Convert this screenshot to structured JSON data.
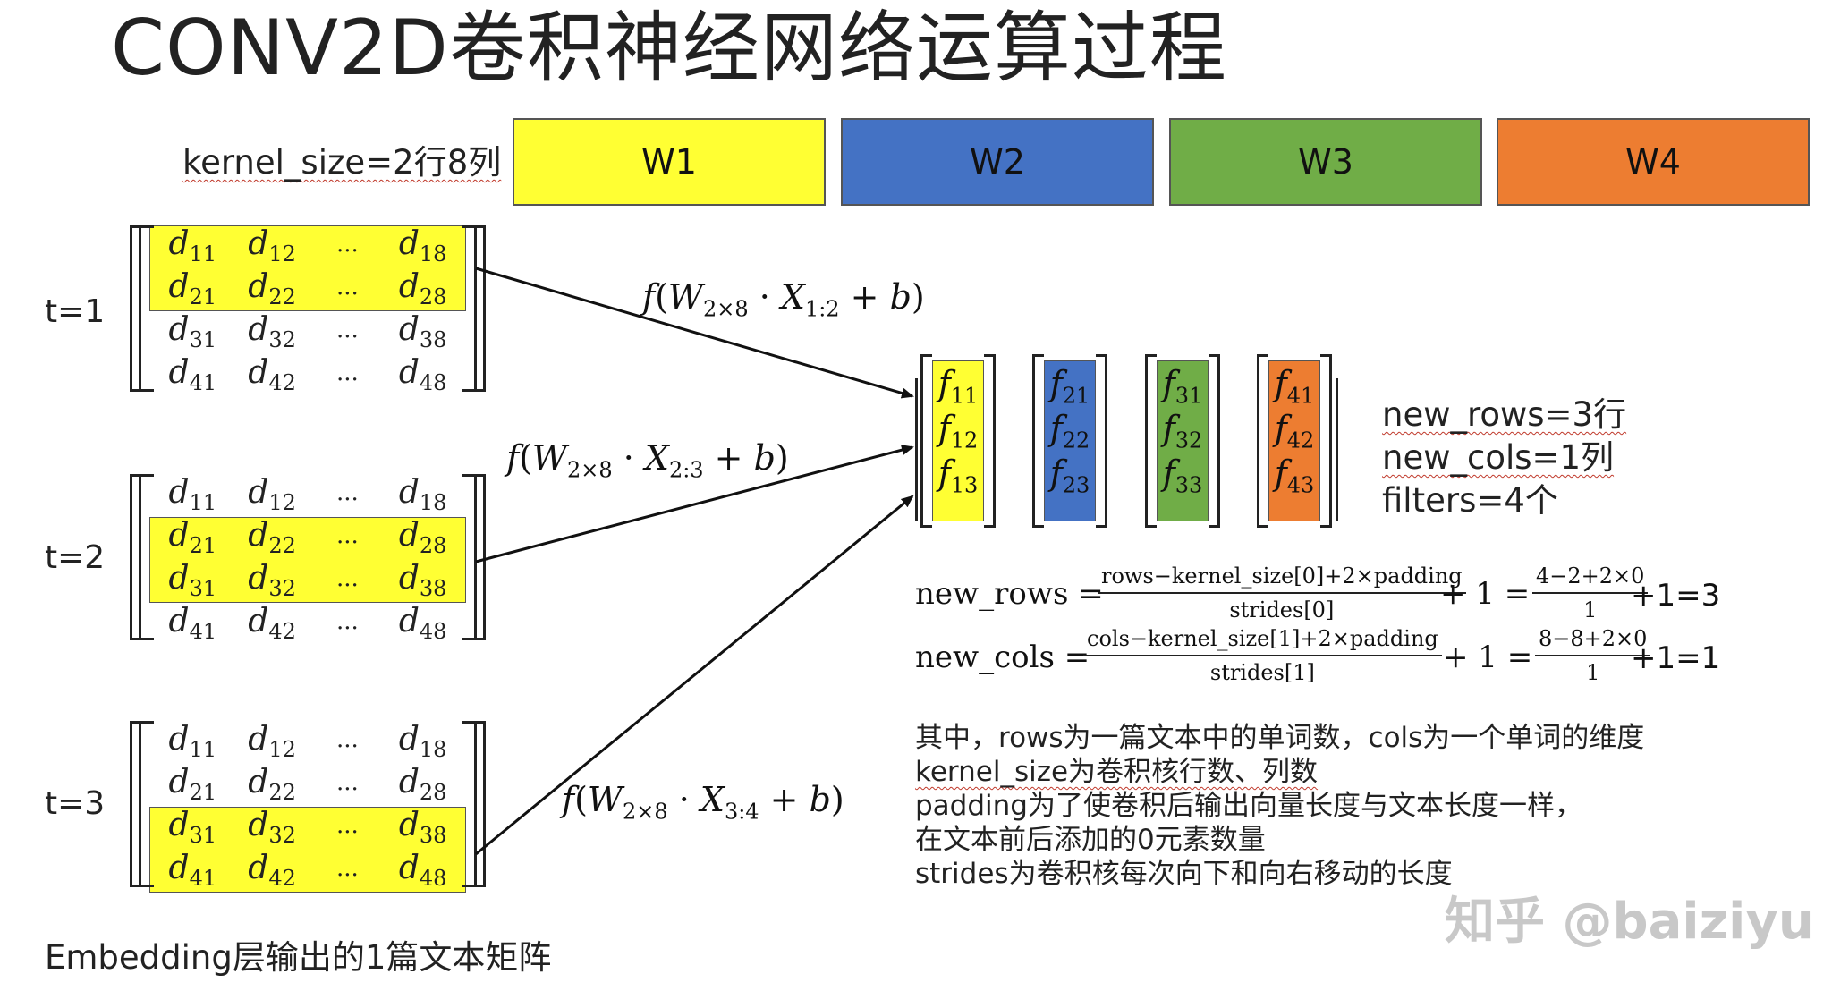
{
  "title": "CONV2D卷积神经网络运算过程",
  "kernel_label": "kernel_size=2行8列",
  "weights": [
    {
      "label": "W1",
      "color": "#ffff33"
    },
    {
      "label": "W2",
      "color": "#4472c4"
    },
    {
      "label": "W3",
      "color": "#70ad47"
    },
    {
      "label": "W4",
      "color": "#ed7d31"
    }
  ],
  "time_labels": [
    "t=1",
    "t=2",
    "t=3"
  ],
  "matrix": {
    "d": "d",
    "dots": "...",
    "rows": [
      [
        "11",
        "12",
        "18"
      ],
      [
        "21",
        "22",
        "28"
      ],
      [
        "31",
        "32",
        "38"
      ],
      [
        "41",
        "42",
        "48"
      ]
    ],
    "highlight_rows": [
      [
        1,
        2
      ],
      [
        2,
        3
      ],
      [
        3,
        4
      ]
    ]
  },
  "functions": [
    {
      "x_sub": "1:2"
    },
    {
      "x_sub": "2:3"
    },
    {
      "x_sub": "3:4"
    }
  ],
  "function_parts": {
    "f": "f",
    "W": "W",
    "W_sub": "2×8",
    "dot": "·",
    "X": "X",
    "b": "b"
  },
  "outputs": [
    {
      "cells": [
        "11",
        "12",
        "13"
      ],
      "color": "#ffff33"
    },
    {
      "cells": [
        "21",
        "22",
        "23"
      ],
      "color": "#4472c4"
    },
    {
      "cells": [
        "31",
        "32",
        "33"
      ],
      "color": "#70ad47"
    },
    {
      "cells": [
        "41",
        "42",
        "43"
      ],
      "color": "#ed7d31"
    }
  ],
  "output_letter": "f",
  "info": {
    "new_rows": "new_rows=3行",
    "new_cols": "new_cols=1列",
    "filters": "filters=4个"
  },
  "formulas": {
    "rows_lhs": "new_rows =",
    "rows_num": "rows−kernel_size[0]+2×padding",
    "rows_den": "strides[0]",
    "rows_plus": "+ 1 =",
    "rows_num2": "4−2+2×0",
    "rows_den2": "1",
    "rows_result": "+1=3",
    "cols_lhs": "new_cols =",
    "cols_num": "cols−kernel_size[1]+2×padding",
    "cols_den": "strides[1]",
    "cols_plus": "+ 1 =",
    "cols_num2": "8−8+2×0",
    "cols_den2": "1",
    "cols_result": "+1=1"
  },
  "description": [
    "其中，rows为一篇文本中的单词数，cols为一个单词的维度",
    "kernel_size为卷积核行数、列数",
    "padding为了使卷积后输出向量长度与文本长度一样，",
    "在文本前后添加的0元素数量",
    "strides为卷积核每次向下和向右移动的长度"
  ],
  "embedding_label": "Embedding层输出的1篇文本矩阵",
  "watermark": "知乎 @baiziyu"
}
